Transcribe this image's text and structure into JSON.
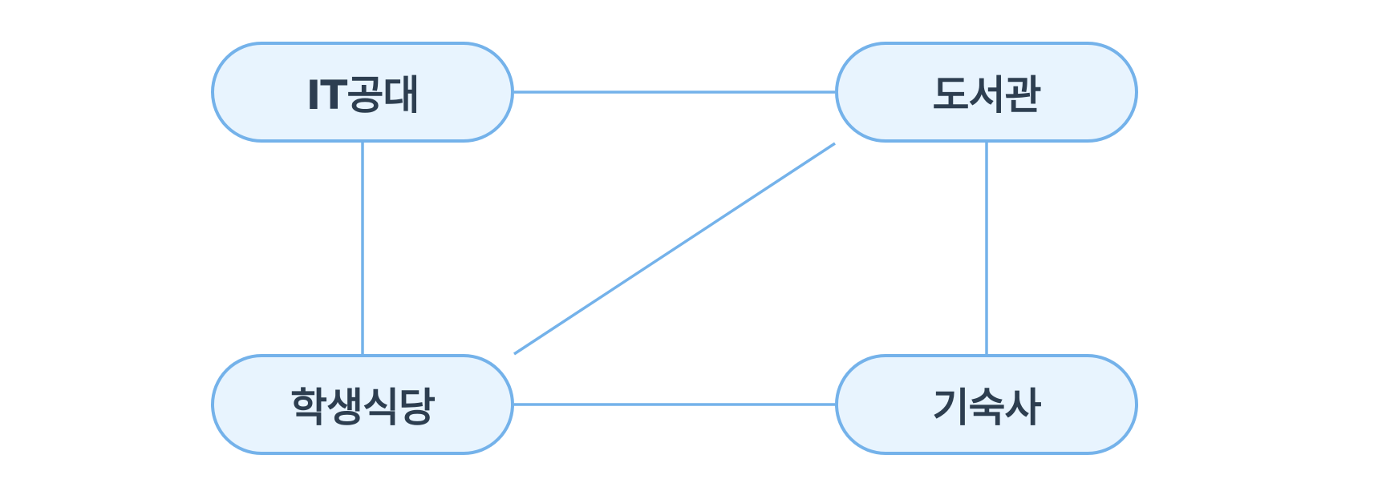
{
  "diagram": {
    "nodes": [
      {
        "id": "it",
        "label": "IT공대"
      },
      {
        "id": "library",
        "label": "도서관"
      },
      {
        "id": "cafeteria",
        "label": "학생식당"
      },
      {
        "id": "dorm",
        "label": "기숙사"
      }
    ],
    "edges": [
      {
        "from": "it",
        "to": "library"
      },
      {
        "from": "it",
        "to": "cafeteria"
      },
      {
        "from": "library",
        "to": "dorm"
      },
      {
        "from": "library",
        "to": "cafeteria"
      },
      {
        "from": "cafeteria",
        "to": "dorm"
      }
    ],
    "colors": {
      "node_fill": "#e8f4fe",
      "node_border": "#74b2ea",
      "edge": "#74b2ea",
      "text": "#2d3e50"
    }
  }
}
